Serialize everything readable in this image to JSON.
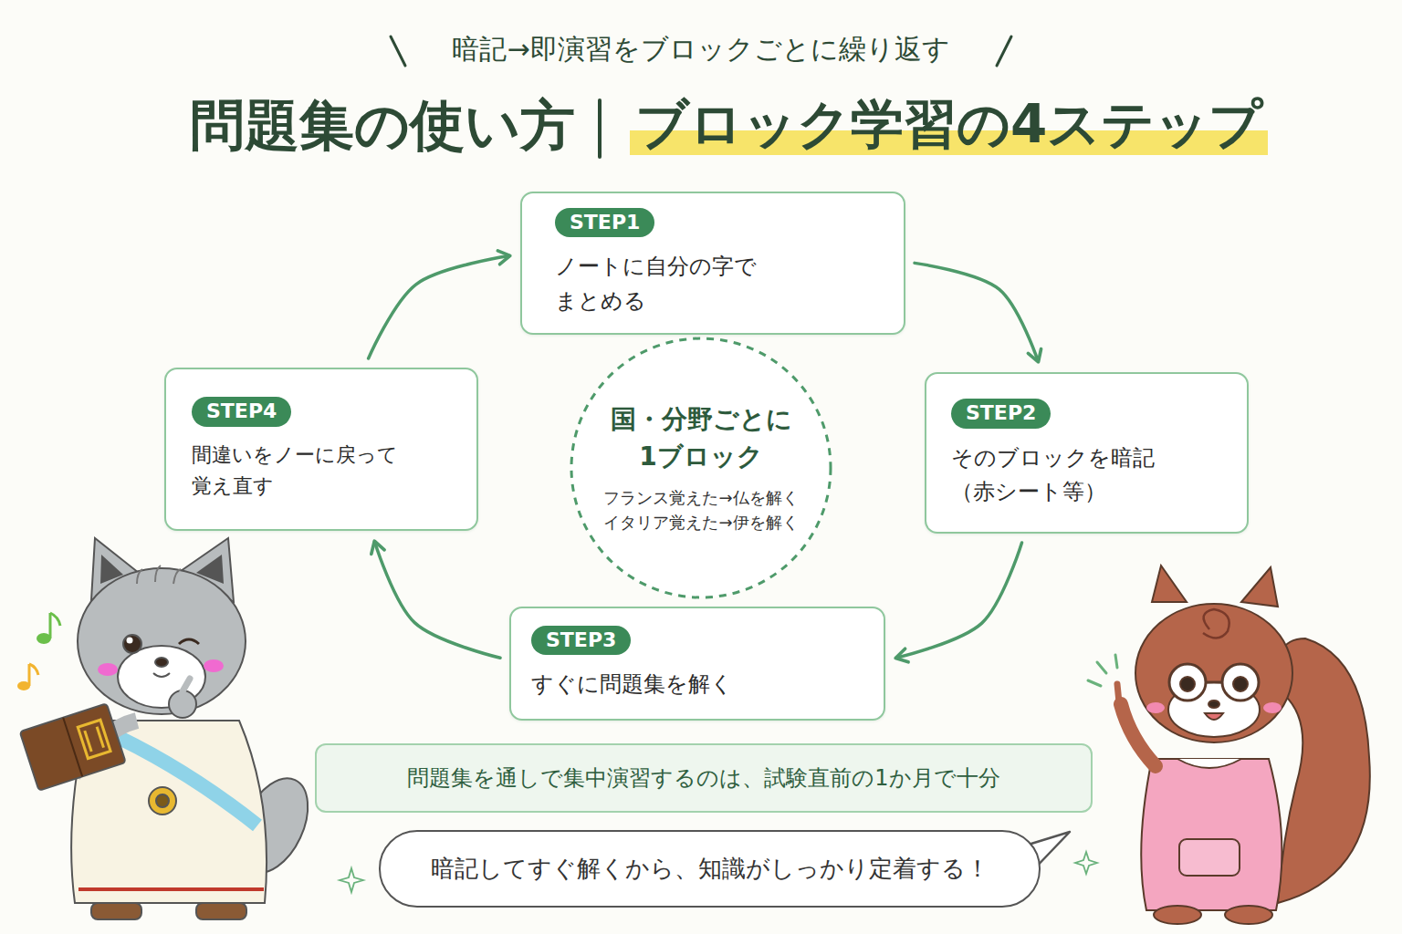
{
  "diagram": {
    "title": "問題集の使い方",
    "nodes": [
      {
        "text": [
          "STEP1",
          "ノートに自分の字で まとめる"
        ]
      },
      {
        "text": [
          "STEP2",
          "そのブロックを暗記 （赤シート等）"
        ]
      },
      {
        "text": [
          "STEP3",
          "すぐに問題集を解く"
        ]
      },
      {
        "text": [
          "STEP4",
          "間違いをノーに戻って 覚え直す"
        ]
      },
      {
        "text": [
          "国・分野ごとに 1ブロック",
          "フランス覚えた→仏を解く イタリア覚えた→伊を解く"
        ]
      },
      {
        "text": [
          "問題集を通しで集中演習するのは、試験直前の1か月で十分"
        ]
      },
      {
        "text": [
          "暗記してすぐ解くから、知識がしっかり定着する！"
        ]
      }
    ],
    "edges": [
      {
        "from": 0,
        "to": 1,
        "arrow": "to"
      },
      {
        "from": 1,
        "to": 2,
        "arrow": "to"
      },
      {
        "from": 2,
        "to": 3,
        "arrow": "to"
      },
      {
        "from": 3,
        "to": 0,
        "arrow": "to"
      }
    ],
    "labels": [
      "暗記→即演習をブロックごとに繰り返す",
      "ブロック学習の4ステップ"
    ]
  }
}
